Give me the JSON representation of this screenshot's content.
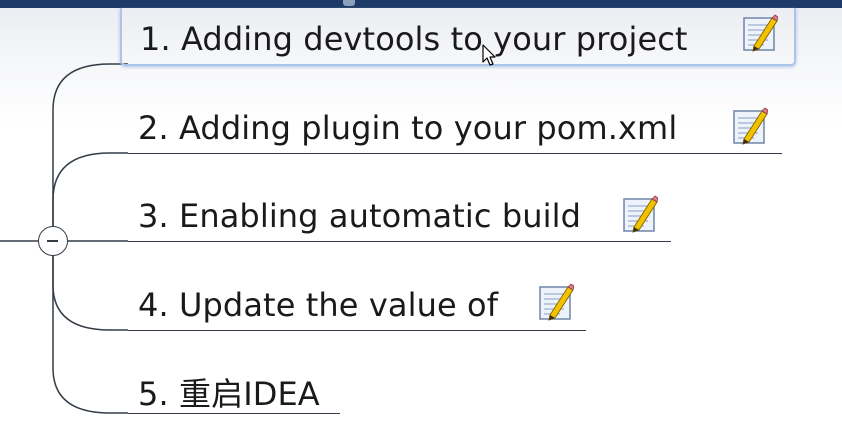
{
  "mindmap": {
    "topics": [
      {
        "label": "1. Adding devtools to your project",
        "has_note": true,
        "selected": true
      },
      {
        "label": "2. Adding plugin to your pom.xml",
        "has_note": true,
        "selected": false
      },
      {
        "label": "3. Enabling automatic build",
        "has_note": true,
        "selected": false
      },
      {
        "label": "4. Update the value of",
        "has_note": true,
        "selected": false
      },
      {
        "label": "5. 重启IDEA",
        "has_note": false,
        "selected": false
      }
    ],
    "collapse_symbol": "minus",
    "colors": {
      "line": "#333c47",
      "selection_border": "#a9c6ea",
      "title_bar": "#1d3b66"
    },
    "icons": {
      "note": "note-pencil-icon",
      "cursor": "mouse-pointer-icon"
    }
  }
}
